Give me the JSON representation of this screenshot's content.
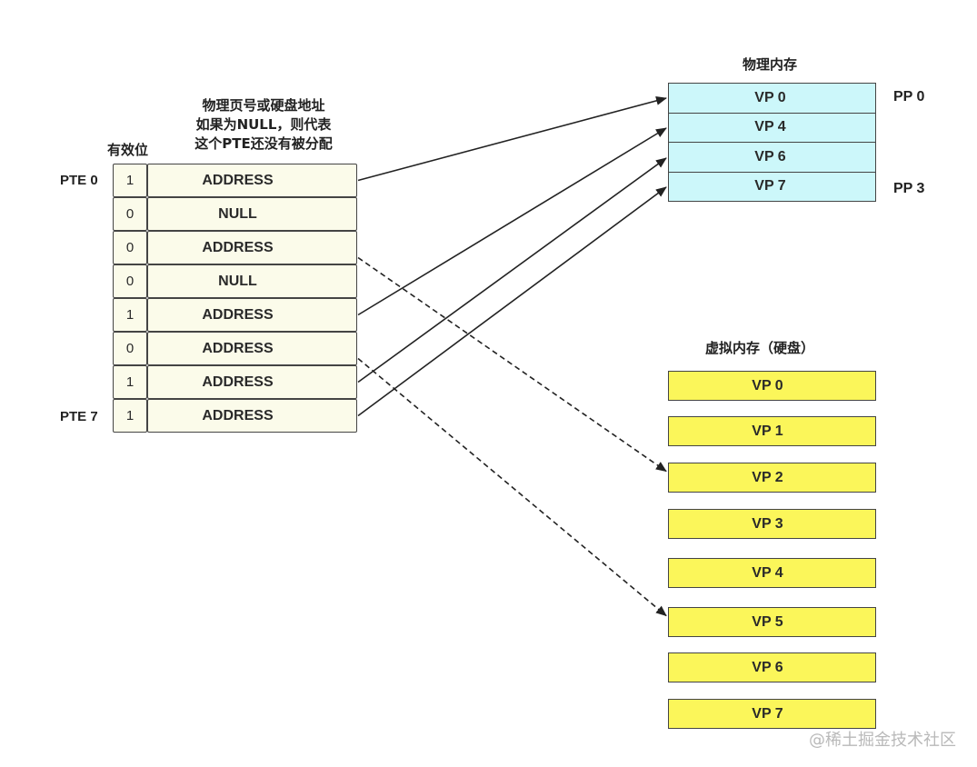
{
  "physical_memory": {
    "title": "物理内存",
    "pages": [
      "VP 0",
      "VP 4",
      "VP 6",
      "VP 7"
    ],
    "pp_labels": [
      "PP 0",
      "PP 3"
    ]
  },
  "virtual_memory": {
    "title": "虚拟内存（硬盘）",
    "pages": [
      "VP 0",
      "VP 1",
      "VP 2",
      "VP 3",
      "VP 4",
      "VP 5",
      "VP 6",
      "VP 7"
    ]
  },
  "page_table": {
    "valid_header": "有效位",
    "description": [
      "物理页号或硬盘地址",
      "如果为NULL，则代表",
      "这个PTE还没有被分配"
    ],
    "first_label": "PTE 0",
    "last_label": "PTE 7",
    "rows": [
      {
        "valid": "1",
        "entry": "ADDRESS"
      },
      {
        "valid": "0",
        "entry": "NULL"
      },
      {
        "valid": "0",
        "entry": "ADDRESS"
      },
      {
        "valid": "0",
        "entry": "NULL"
      },
      {
        "valid": "1",
        "entry": "ADDRESS"
      },
      {
        "valid": "0",
        "entry": "ADDRESS"
      },
      {
        "valid": "1",
        "entry": "ADDRESS"
      },
      {
        "valid": "1",
        "entry": "ADDRESS"
      }
    ]
  },
  "mappings": {
    "solid": [
      {
        "from_row": 0,
        "to_physical": 0
      },
      {
        "from_row": 4,
        "to_physical": 1
      },
      {
        "from_row": 6,
        "to_physical": 2
      },
      {
        "from_row": 7,
        "to_physical": 3
      }
    ],
    "dashed": [
      {
        "from_row": 2,
        "to_virtual": 2
      },
      {
        "from_row": 5,
        "to_virtual": 5
      }
    ]
  },
  "watermark": "@稀土掘金技术社区"
}
